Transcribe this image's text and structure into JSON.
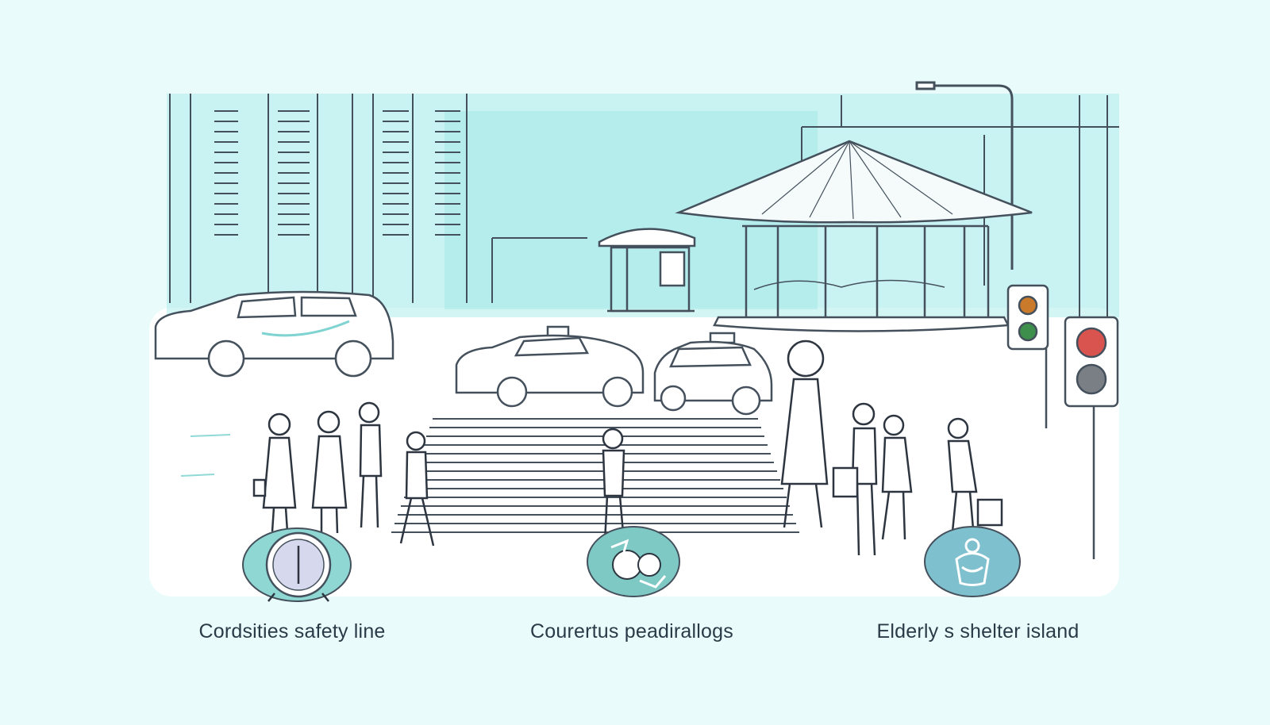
{
  "colors": {
    "background": "#e9fbfa",
    "panel": "#ffffff",
    "accent_teal": "#9fe6e3",
    "ink": "#2a3b48",
    "signal_red": "#d9534f",
    "signal_amber": "#c97a2b",
    "signal_green": "#3e8f4b"
  },
  "icons": [
    "clock-icon",
    "pedestrian-arrows-icon",
    "elderly-shelter-icon"
  ],
  "captions": [
    {
      "text": "Cordsities  safety line"
    },
    {
      "text": "Courertus peadirallogs"
    },
    {
      "text": "Elderly s shelter island"
    }
  ]
}
